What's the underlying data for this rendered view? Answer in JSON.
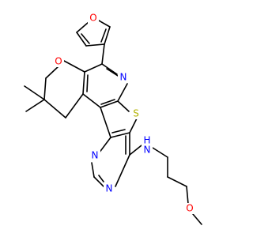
{
  "molecule": {
    "atoms": {
      "furan_oxygen": {
        "symbol": "O",
        "color": "#ff0000"
      },
      "pyran_oxygen": {
        "symbol": "O",
        "color": "#ff0000"
      },
      "pyridine_nitrogen": {
        "symbol": "N",
        "color": "#0000ff"
      },
      "thiophene_sulfur": {
        "symbol": "S",
        "color": "#b2b200"
      },
      "pyrimidine_nitrogen_top": {
        "symbol": "N",
        "color": "#0000ff"
      },
      "pyrimidine_nitrogen_bottom": {
        "symbol": "N",
        "color": "#0000ff"
      },
      "amine_nitrogen": {
        "symbol": "N",
        "color": "#0000ff"
      },
      "amine_hydrogen": {
        "symbol": "H",
        "color": "#0000ff"
      },
      "ether_oxygen": {
        "symbol": "O",
        "color": "#ff0000"
      }
    }
  }
}
